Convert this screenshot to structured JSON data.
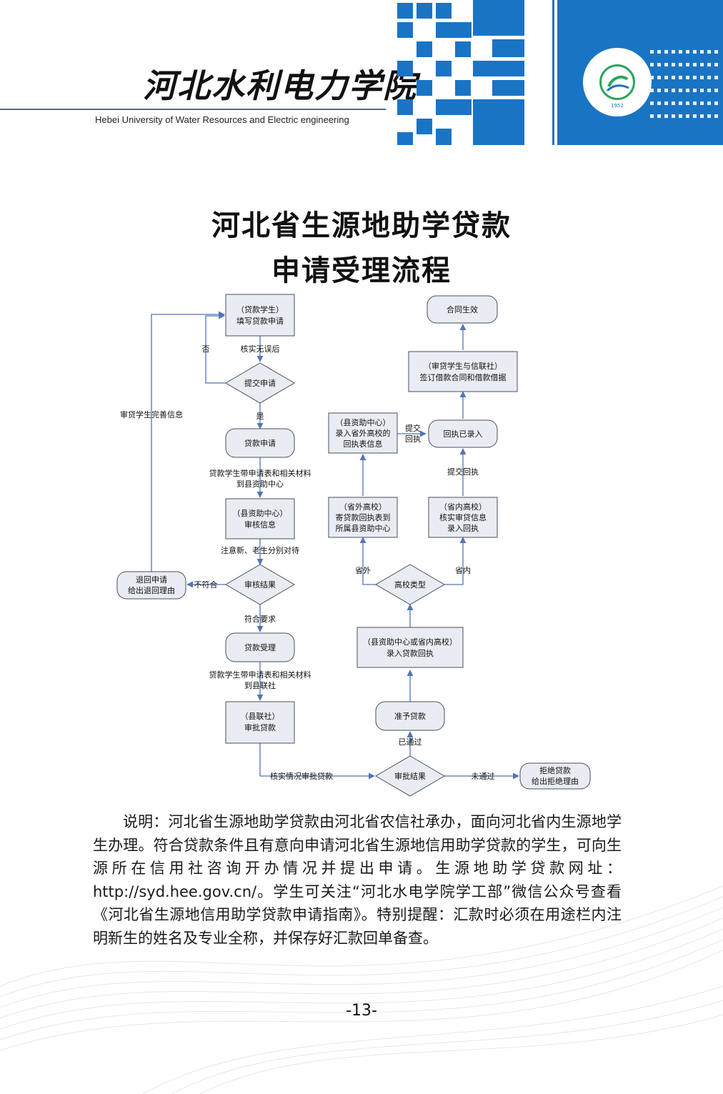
{
  "header": {
    "school_name": "河北水利电力学院",
    "school_name_en": "Hebei University of Water Resources and Electric engineering",
    "emblem_year": "1952"
  },
  "title": {
    "line1": "河北省生源地助学贷款",
    "line2": "申请受理流程"
  },
  "flow": {
    "n1_l1": "（贷款学生）",
    "n1_l2": "填写贷款申请",
    "e1": "核实无误后",
    "no": "否",
    "n2": "提交申请",
    "yes": "是",
    "n3": "贷款申请",
    "e3_l1": "贷款学生带申请表和相关材料",
    "e3_l2": "到县资助中心",
    "n4_l1": "（县资助中心）",
    "n4_l2": "审核信息",
    "e4": "注意新、老生分别对待",
    "n5": "审核结果",
    "fail": "不符合",
    "n6_l1": "退回申请",
    "n6_l2": "给出退回理由",
    "loop": "审贷学生完善信息",
    "pass": "符合要求",
    "n7": "贷款受理",
    "e7_l1": "贷款学生带申请表和相关材料",
    "e7_l2": "到县联社",
    "n8_l1": "（县联社）",
    "n8_l2": "审批贷款",
    "e8": "核实情况审批贷款",
    "n9": "审批结果",
    "reject": "未通过",
    "n10_l1": "拒绝贷款",
    "n10_l2": "给出拒绝理由",
    "approved": "已通过",
    "n11": "准予贷款",
    "n12_l1": "（县资助中心或省内高校）",
    "n12_l2": "录入贷款回执",
    "n13": "高校类型",
    "outside": "省外",
    "inside": "省内",
    "n14_l1": "（省外高校）",
    "n14_l2": "寄贷款回执表到",
    "n14_l3": "所属县资助中心",
    "n15_l1": "（省内高校）",
    "n15_l2": "核实审贷信息",
    "n15_l3": "录入回执",
    "n16_l1": "（县资助中心）",
    "n16_l2": "录入省外高校的",
    "n16_l3": "回执表信息",
    "submit_l1": "提交",
    "submit_l2": "回执",
    "submit_receipt": "提交回执",
    "n17": "回执已录入",
    "n18_l1": "（审贷学生与信联社）",
    "n18_l2": "签订借款合同和借款借据",
    "n19": "合同生效"
  },
  "description": "说明：河北省生源地助学贷款由河北省农信社承办，面向河北省内生源地学生办理。符合贷款条件且有意向申请河北省生源地信用助学贷款的学生，可向生源所在信用社咨询开办情况并提出申请。生源地助学贷款网址：http://syd.hee.gov.cn/。学生可关注“河北水电学院学工部”微信公众号查看《河北省生源地信用助学贷款申请指南》。特别提醒：汇款时必须在用途栏内注明新生的姓名及专业全称，并保存好汇款回单备查。",
  "page_number": "-13-",
  "colors": {
    "brand_blue": "#1a74c4",
    "arrow_blue": "#5276b8",
    "box_fill": "#e9edf3"
  }
}
